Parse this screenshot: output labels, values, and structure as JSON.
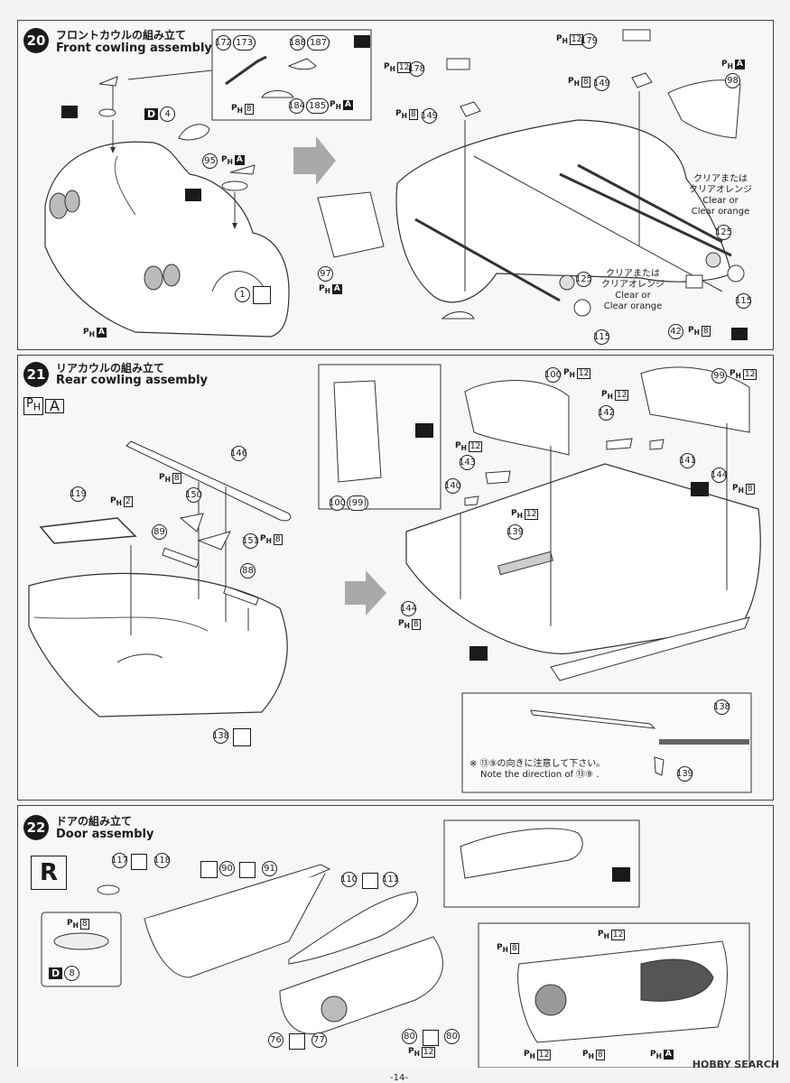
{
  "step20": {
    "number": "20",
    "title_jp": "フロントカウルの組み立て",
    "title_en": "Front cowling assembly",
    "notes": {
      "p172": "172",
      "p173": "(173)",
      "p188": "188",
      "p187": "(187)",
      "p184": "184",
      "p185": "(185)",
      "p95": "95",
      "p1": "1",
      "p97": "97",
      "p178": "178",
      "p179": "179",
      "p149a": "149",
      "p149b": "149",
      "p98": "98",
      "p125a": "125",
      "p125b": "125",
      "p115a": "115",
      "p115b": "115",
      "p42": "42",
      "ph8": "8",
      "ph12": "12",
      "phA": "A",
      "d4": "4",
      "clear_jp": "クリアまたは\nクリアオレンジ",
      "clear_en": "Clear or\nClear orange"
    }
  },
  "step21": {
    "number": "21",
    "title_jp": "リアカウルの組み立て",
    "title_en": "Rear cowling assembly",
    "parts": {
      "p146": "146",
      "p119": "119",
      "p150": "150",
      "p89": "89",
      "p151": "151",
      "p88": "88",
      "p138": "138",
      "p100": "100",
      "p99": "(99)",
      "p100b": "100",
      "p99b": "99",
      "p142": "142",
      "p143": "143",
      "p140": "140",
      "p141": "141",
      "p144a": "144",
      "p144b": "144",
      "p139": "139",
      "ph2": "2",
      "ph8": "8",
      "ph12": "12",
      "phA": "A"
    },
    "note_jp": "※ ⑬⑨の向きに注意して下さい。",
    "note_en": "Note the direction of ⑬⑨ ."
  },
  "step22": {
    "number": "22",
    "title_jp": "ドアの組み立て",
    "title_en": "Door assembly",
    "side_letter": "R",
    "parts": {
      "p117": "117",
      "p118": "118",
      "p90": "90",
      "p91": "91",
      "p110": "110",
      "p111": "111",
      "p76": "76",
      "p77": "77",
      "p80a": "80",
      "p80b": "80",
      "ph8": "8",
      "ph12": "12",
      "phA": "A",
      "d8": "8"
    }
  },
  "footer": {
    "logo": "HOBBY SEARCH",
    "page": "-14-"
  },
  "colors": {
    "ink": "#1a1a1a",
    "paper": "#f4f4f2",
    "arrow": "#a9a9a9"
  }
}
